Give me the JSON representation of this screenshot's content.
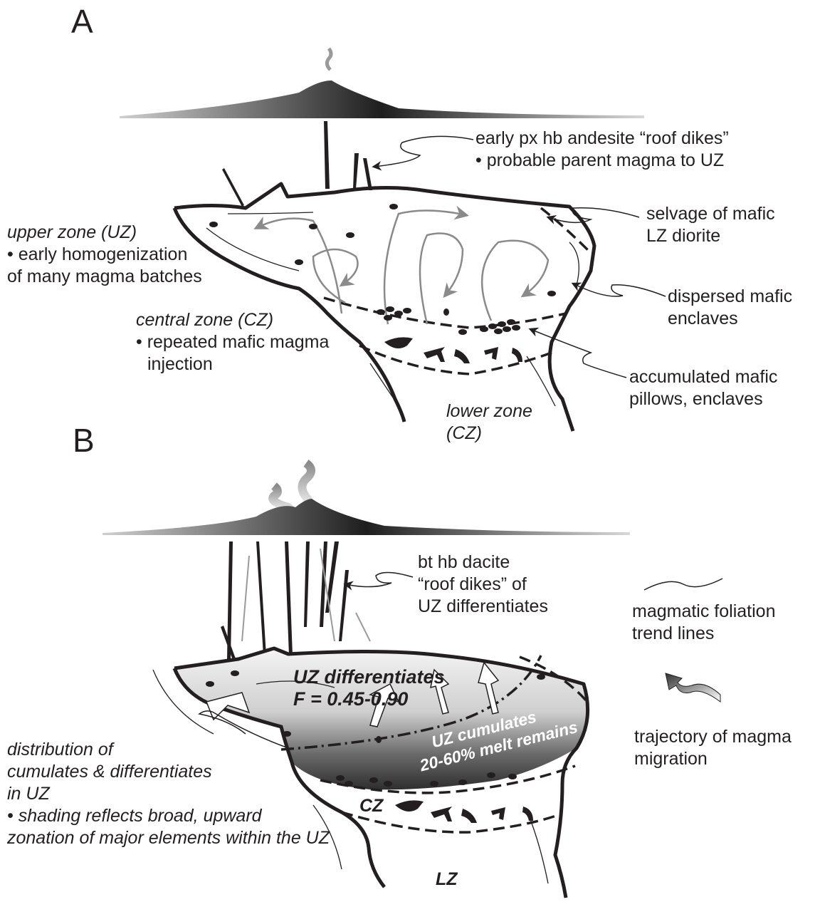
{
  "panel_a": {
    "letter": "A",
    "roof_dikes": {
      "line1": "early px hb andesite “roof dikes”",
      "line2": "• probable parent magma to UZ"
    },
    "selvage": {
      "line1": "selvage of mafic",
      "line2": "LZ diorite"
    },
    "upper_zone": {
      "line1": "upper zone (UZ)",
      "line2": "• early homogenization",
      "line3": "of many magma batches"
    },
    "dispersed": {
      "line1": "dispersed mafic",
      "line2": "enclaves"
    },
    "central_zone": {
      "line1": "central zone (CZ)",
      "line2": "• repeated mafic magma",
      "line3": "injection"
    },
    "accumulated": {
      "line1": "accumulated mafic",
      "line2": "pillows, enclaves"
    },
    "lower_zone": {
      "line1": "lower zone",
      "line2": "(CZ)"
    }
  },
  "panel_b": {
    "letter": "B",
    "roof_dikes": {
      "line1": "bt hb dacite",
      "line2": "“roof dikes” of",
      "line3": "UZ differentiates"
    },
    "uz_differentiates": {
      "line1": "UZ differentiates",
      "line2": "F = 0.45-0.90"
    },
    "uz_cumulates": {
      "line1": "UZ cumulates",
      "line2": "20-60% melt remains"
    },
    "cz_label": "CZ",
    "lz_label": "LZ",
    "distribution": {
      "line1": "distribution of",
      "line2": "cumulates & differentiates",
      "line3": "in UZ",
      "line4": "• shading reflects broad, upward",
      "line5": "zonation of major elements within the UZ"
    }
  },
  "legend": {
    "foliation": {
      "line1": "magmatic foliation",
      "line2": "trend lines"
    },
    "trajectory": {
      "line1": "trajectory of magma",
      "line2": "migration"
    }
  },
  "colors": {
    "ink": "#231f20",
    "flow_arrow": "#8a8a8a",
    "cumulate_dark": "#3a3a3a",
    "differentiate_light": "#ececec"
  }
}
